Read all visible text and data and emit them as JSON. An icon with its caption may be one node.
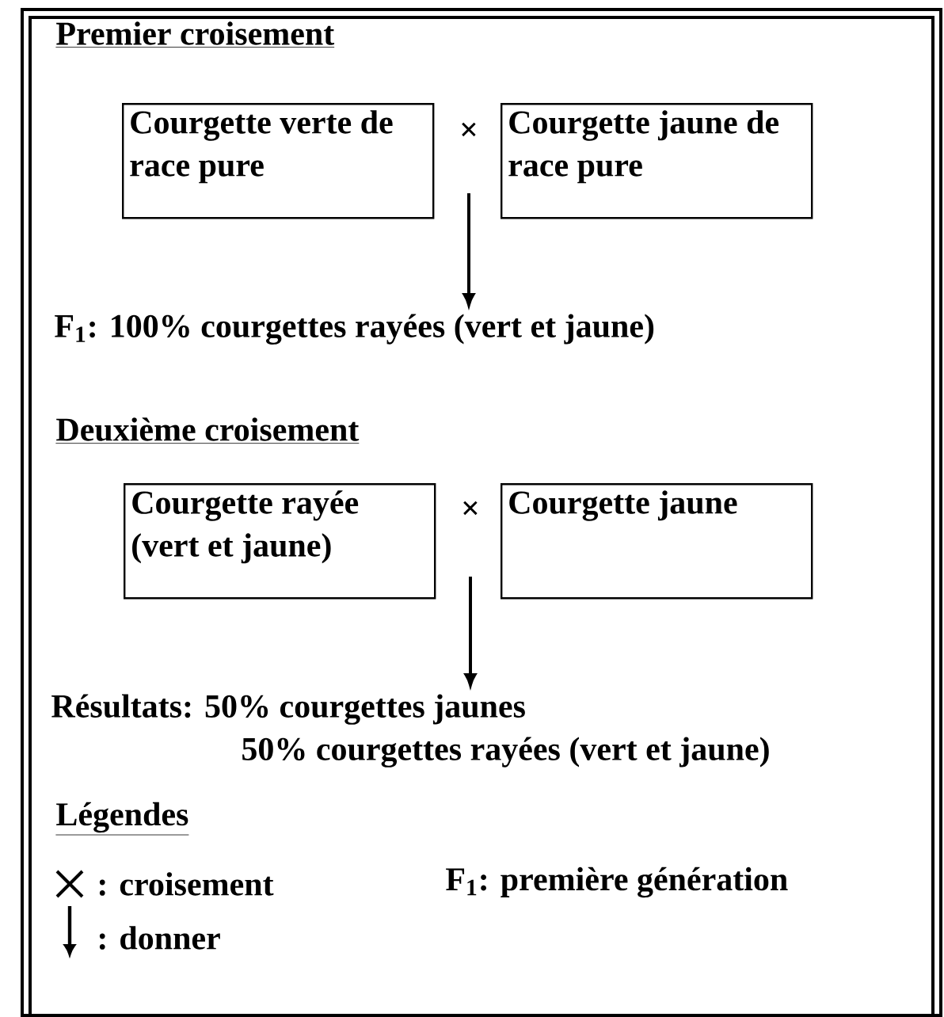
{
  "diagram": {
    "nodes": [
      {
        "text": [
          "Courgette verte de race pure"
        ]
      },
      {
        "text": [
          "Courgette jaune de race pure"
        ]
      },
      {
        "text": [
          "F$_{1}$: 100% courgettes rayées (vert et jaune)"
        ]
      },
      {
        "text": [
          "Courgette rayée (vert et jaune)"
        ]
      },
      {
        "text": [
          "Courgette jaune"
        ]
      },
      {
        "text": [
          "Résultats: 50% courgettes jaunes",
          "50% courgettes rayées (vert et jaune)"
        ]
      }
    ],
    "edges": [
      {
        "from": null,
        "to": 2,
        "arrow": "to"
      },
      {
        "from": null,
        "to": 5,
        "arrow": "to"
      }
    ],
    "labels": [
      "Premier croisement",
      "×",
      "Deuxième croisement",
      "×",
      "Légendes",
      "F$_{1}$: première génération"
    ],
    "legend": [
      {
        "text": ": croisement"
      },
      {
        "text": ": donner"
      }
    ]
  }
}
